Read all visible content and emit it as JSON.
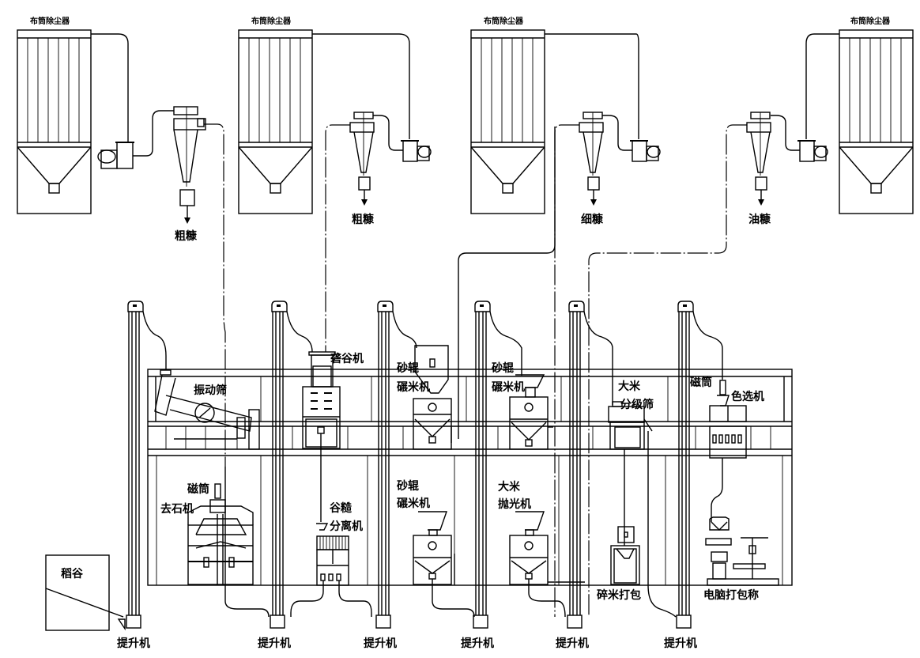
{
  "title": "大米加工工艺流程图",
  "dust_collectors": [
    {
      "label": "布筒除尘器"
    },
    {
      "label": "布筒除尘器"
    },
    {
      "label": "布筒除尘器"
    },
    {
      "label": "布筒除尘器"
    }
  ],
  "cyclone_outputs": [
    {
      "label": "粗糠"
    },
    {
      "label": "粗糠"
    },
    {
      "label": "细糠"
    },
    {
      "label": "油糠"
    }
  ],
  "elevators": [
    {
      "label": "提升机"
    },
    {
      "label": "提升机"
    },
    {
      "label": "提升机"
    },
    {
      "label": "提升机"
    },
    {
      "label": "提升机"
    },
    {
      "label": "提升机"
    }
  ],
  "upper_floor_equipment": {
    "vibrating_screen": "振动筛",
    "husker": "砻谷机",
    "sand_roller_mill_1_line1": "砂辊",
    "sand_roller_mill_1_line2": "碾米机",
    "sand_roller_mill_2_line1": "砂辊",
    "sand_roller_mill_2_line2": "碾米机",
    "rice_grader_line1": "大米",
    "rice_grader_line2": "分级筛",
    "magnet_tube_2": "磁筒",
    "color_sorter": "色选机"
  },
  "lower_floor_equipment": {
    "magnet_tube_1": "磁筒",
    "destoner": "去石机",
    "paddy_separator_line1": "谷糙",
    "paddy_separator_line2": "分离机",
    "sand_roller_mill_3_line1": "砂辊",
    "sand_roller_mill_3_line2": "碾米机",
    "polisher_line1": "大米",
    "polisher_line2": "抛光机",
    "broken_rice_packing": "碎米打包",
    "computer_packing_scale": "电脑打包称"
  },
  "paddy_bin": {
    "label": "稻谷"
  }
}
